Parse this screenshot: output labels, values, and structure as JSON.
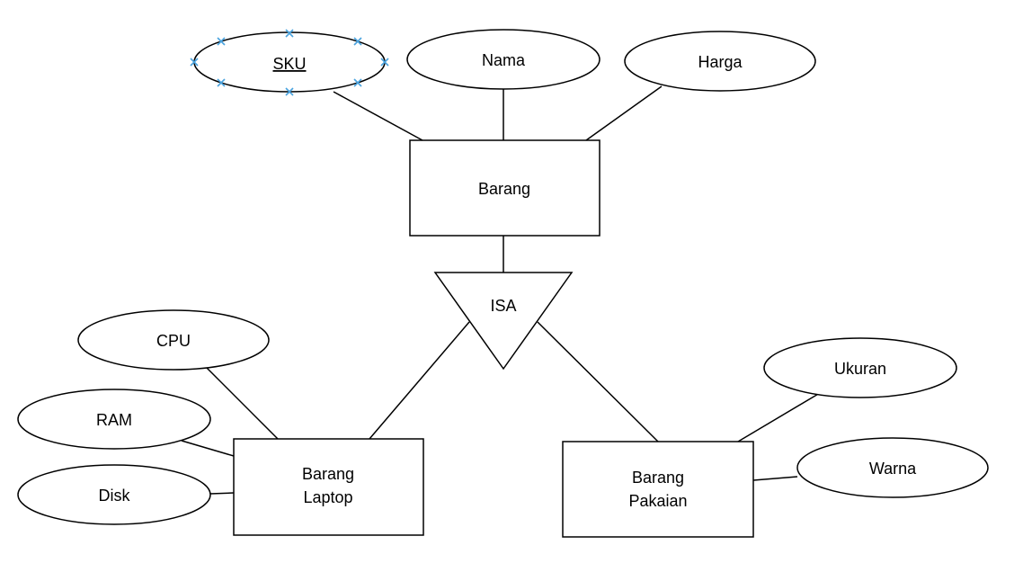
{
  "diagram": {
    "entities": {
      "barang": "Barang",
      "laptop_line1": "Barang",
      "laptop_line2": "Laptop",
      "pakaian_line1": "Barang",
      "pakaian_line2": "Pakaian"
    },
    "isa": "ISA",
    "attributes": {
      "sku": "SKU",
      "nama": "Nama",
      "harga": "Harga",
      "cpu": "CPU",
      "ram": "RAM",
      "disk": "Disk",
      "ukuran": "Ukuran",
      "warna": "Warna"
    },
    "selection_color": "#4aa3df"
  }
}
